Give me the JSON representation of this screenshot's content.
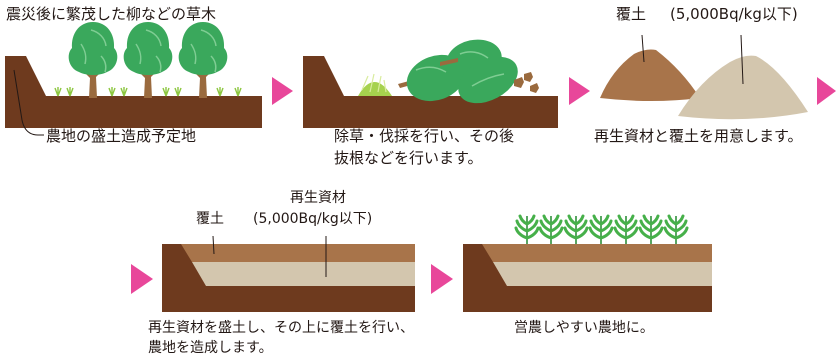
{
  "step1": {
    "caption_top": "震災後に繁茂した柳などの草木",
    "caption_bottom": "農地の盛土造成予定地"
  },
  "step2": {
    "caption_line1": "除草・伐採を行い、その後",
    "caption_line2": "抜根などを行います。"
  },
  "step3": {
    "label_cover": "覆土",
    "label_limit": "(5,000Bq/kg以下)",
    "caption": "再生資材と覆土を用意します。"
  },
  "step4": {
    "label_material": "再生資材",
    "label_cover": "覆土",
    "label_limit": "(5,000Bq/kg以下)",
    "caption_line1": "再生資材を盛土し、その上に覆土を行い、",
    "caption_line2": "農地を造成します。"
  },
  "step5": {
    "caption": "営農しやすい農地に。"
  },
  "colors": {
    "soil": "#6e3a1e",
    "cover_soil": "#a8744a",
    "recycled_material": "#d3c6ae",
    "tree_green": "#3aa85c",
    "grass_green": "#8cc63f",
    "arrow_pink": "#e8479a"
  }
}
